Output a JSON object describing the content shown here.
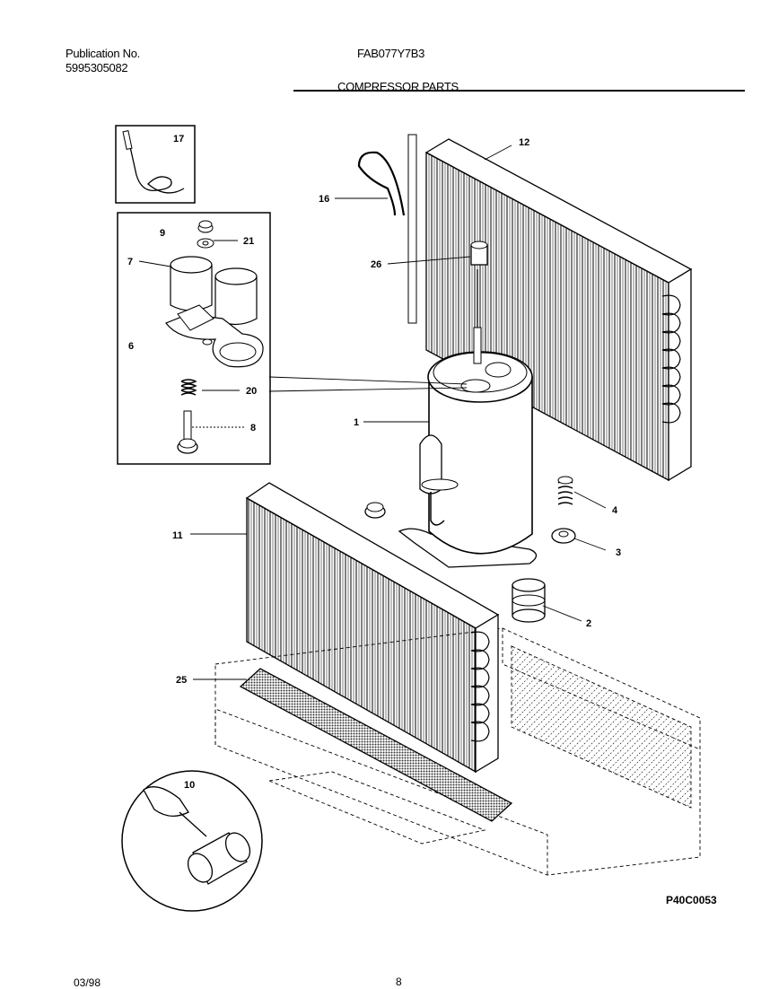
{
  "header": {
    "publication_label": "Publication No.",
    "publication_number": "5995305082",
    "model": "FAB077Y7B3",
    "section_title": "COMPRESSOR PARTS"
  },
  "diagram": {
    "drawing_code": "P40C0053",
    "callouts": [
      "17",
      "9",
      "21",
      "7",
      "6",
      "20",
      "8",
      "12",
      "16",
      "26",
      "1",
      "4",
      "3",
      "2",
      "11",
      "25",
      "10"
    ]
  },
  "footer": {
    "date": "03/98",
    "page_number": "8"
  }
}
